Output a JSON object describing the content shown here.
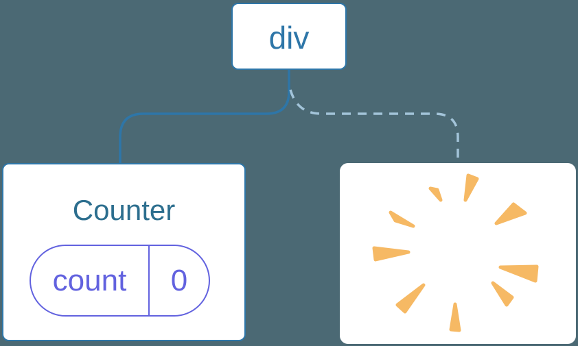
{
  "tree": {
    "root": {
      "label": "div"
    },
    "counter": {
      "title": "Counter",
      "state": {
        "name": "count",
        "value": "0"
      }
    },
    "removed": {
      "icon": "poof-icon"
    }
  },
  "edges": {
    "solid_edge": "div-to-counter",
    "dashed_edge": "div-to-removed"
  },
  "colors": {
    "background": "#4B6974",
    "node-border": "#2E76A8",
    "node-text": "#2E76A8",
    "counter-title": "#2C6E8E",
    "edge-solid": "#2E76A8",
    "edge-dashed": "#A3C4D9",
    "pill": "#6262DF",
    "burst": "#F6B964",
    "card-bg": "#FFFFFF"
  }
}
